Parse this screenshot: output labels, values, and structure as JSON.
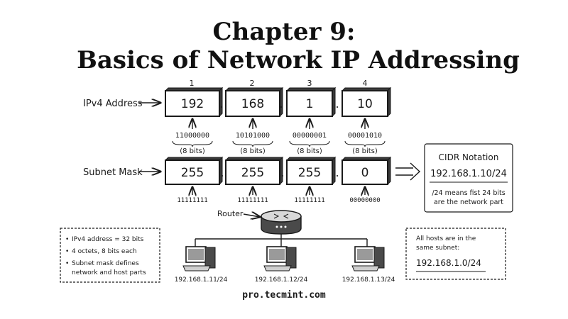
{
  "title_line1": "Chapter 9:",
  "title_line2": "Basics of Network IP Addressing",
  "octet_numbers": [
    "1",
    "2",
    "3",
    "4"
  ],
  "ipv4": {
    "label": "IPv4 Address",
    "octets": [
      "192",
      "168",
      "1",
      "10"
    ],
    "binary": [
      "11000000",
      "10101000",
      "00000001",
      "00001010"
    ],
    "bits": [
      "(8 bits)",
      "(8 bits)",
      "(8 bits)",
      "(8 bits)"
    ]
  },
  "subnet": {
    "label": "Subnet Mask",
    "octets": [
      "255",
      "255",
      "255",
      "0"
    ],
    "binary": [
      "11111111",
      "11111111",
      "11111111",
      "00000000"
    ]
  },
  "cidr": {
    "heading": "CIDR Notation",
    "value": "192.168.1.10/24",
    "desc_line1": "/24 means fist 24 bits",
    "desc_line2": "are the network part"
  },
  "router_label": "Router",
  "hosts": [
    "192.168.1.11/24",
    "192.168.1.12/24",
    "192.168.1.13/24"
  ],
  "facts": [
    "IPv4 address = 32 bits",
    "4 octets, 8 bits each",
    "Subnet mask defines",
    "network and host parts"
  ],
  "subnet_note": {
    "line1": "All hosts are in the",
    "line2": "same subnet:",
    "value": "192.168.1.0/24"
  },
  "footer": "pro.tecmint.com",
  "dot": "."
}
